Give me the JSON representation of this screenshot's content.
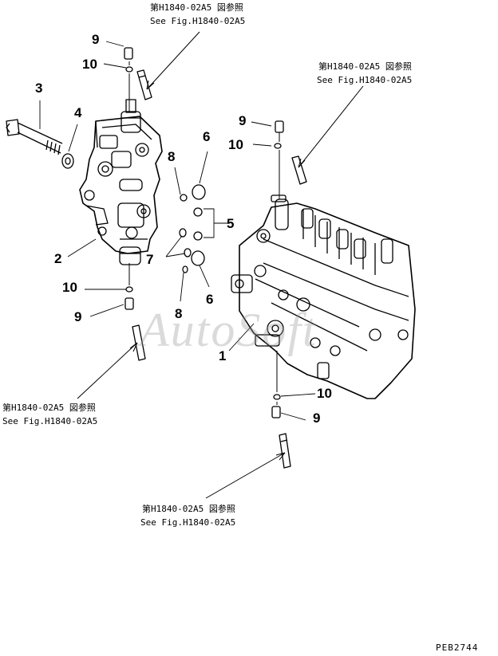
{
  "references": {
    "top_center": {
      "jp": "第H1840-02A5 図参照",
      "en": "See Fig.H1840-02A5"
    },
    "right": {
      "jp": "第H1840-02A5 図参照",
      "en": "See Fig.H1840-02A5"
    },
    "left": {
      "jp": "第H1840-02A5 図参照",
      "en": "See Fig.H1840-02A5"
    },
    "bottom": {
      "jp": "第H1840-02A5 図参照",
      "en": "See Fig.H1840-02A5"
    }
  },
  "callouts": {
    "c1": "1",
    "c2": "2",
    "c3": "3",
    "c4": "4",
    "c5": "5",
    "c6a": "6",
    "c6b": "6",
    "c7": "7",
    "c8a": "8",
    "c8b": "8",
    "c9a": "9",
    "c9b": "9",
    "c9c": "9",
    "c9d": "9",
    "c10a": "10",
    "c10b": "10",
    "c10c": "10",
    "c10d": "10"
  },
  "watermark": "AutoSoft",
  "drawing_code": "PEB2744"
}
